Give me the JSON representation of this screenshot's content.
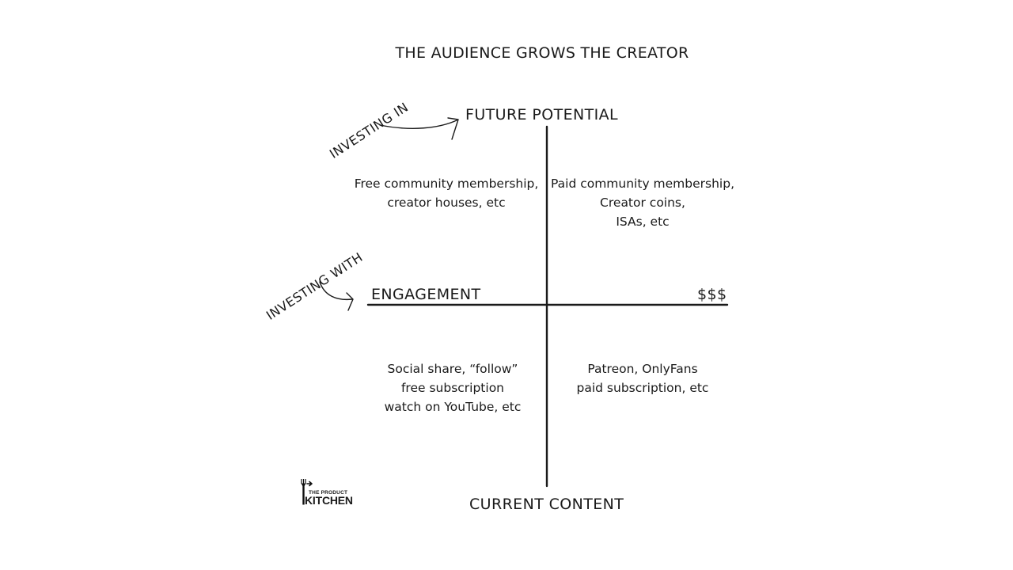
{
  "title": "THE AUDIENCE GROWS THE CREATOR",
  "axes": {
    "top": "FUTURE POTENTIAL",
    "bottom": "CURRENT CONTENT",
    "left": "ENGAGEMENT",
    "right": "$$$"
  },
  "annotations": {
    "investing_in": "INVESTING IN",
    "investing_with": "INVESTING WITH"
  },
  "quadrants": {
    "top_left": [
      "Free community membership,",
      "creator houses, etc"
    ],
    "top_right": [
      "Paid community membership,",
      "Creator coins,",
      "ISAs, etc"
    ],
    "bottom_left": [
      "Social share, “follow”",
      "free subscription",
      "watch on YouTube, etc"
    ],
    "bottom_right": [
      "Patreon, OnlyFans",
      "paid subscription, etc"
    ]
  },
  "logo": {
    "line1": "THE PRODUCT",
    "line2": "KITCHEN",
    "icon": "fork-icon"
  }
}
